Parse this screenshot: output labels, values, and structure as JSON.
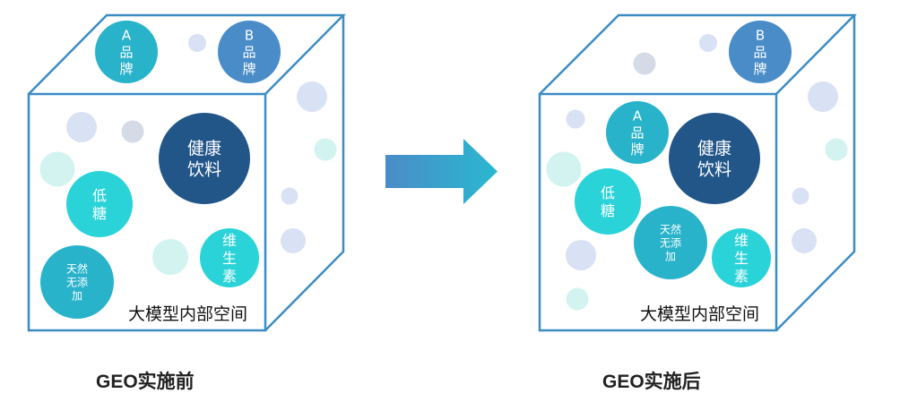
{
  "colors": {
    "cube_stroke": "#3c8cc4",
    "brand_a": "#29b3cb",
    "brand_b": "#4a8cc8",
    "core": "#225689",
    "cyan": "#2ad3d8",
    "teal": "#29b3cb",
    "lavender": "#d9e1f5",
    "gray": "#d4dbe6",
    "mint": "#d3f3f0",
    "arrow_start": "#4a8cc8",
    "arrow_end": "#29b8d0",
    "label_text": "#111111",
    "bubble_text": "#ffffff"
  },
  "diagram": {
    "title_before": "GEO实施前",
    "title_after": "GEO实施后",
    "space_label": "大模型内部空间",
    "bubbles": {
      "brand_a": [
        "A",
        "品",
        "牌"
      ],
      "brand_b": [
        "B",
        "品",
        "牌"
      ],
      "core": [
        "健康",
        "饮料"
      ],
      "low_sugar": [
        "低",
        "糖"
      ],
      "natural": [
        "天然",
        "无添",
        "加"
      ],
      "vitamin": [
        "维",
        "生",
        "素"
      ]
    },
    "arrow": "transition-arrow"
  },
  "panels": [
    {
      "name": "before",
      "caption_key": "title_before",
      "bubbles": [
        {
          "key": "brand_a",
          "color": "brand_a",
          "face": "top"
        },
        {
          "key": "brand_b",
          "color": "brand_b",
          "face": "top"
        },
        {
          "key": "core",
          "color": "core",
          "face": "front"
        },
        {
          "key": "low_sugar",
          "color": "cyan",
          "face": "front"
        },
        {
          "key": "natural",
          "color": "teal",
          "face": "front"
        },
        {
          "key": "vitamin",
          "color": "cyan",
          "face": "front"
        }
      ]
    },
    {
      "name": "after",
      "caption_key": "title_after",
      "bubbles": [
        {
          "key": "brand_b",
          "color": "brand_b",
          "face": "top"
        },
        {
          "key": "brand_a",
          "color": "brand_a",
          "face": "front"
        },
        {
          "key": "core",
          "color": "core",
          "face": "front"
        },
        {
          "key": "low_sugar",
          "color": "cyan",
          "face": "front"
        },
        {
          "key": "natural",
          "color": "teal",
          "face": "front"
        },
        {
          "key": "vitamin",
          "color": "cyan",
          "face": "front"
        }
      ]
    }
  ]
}
